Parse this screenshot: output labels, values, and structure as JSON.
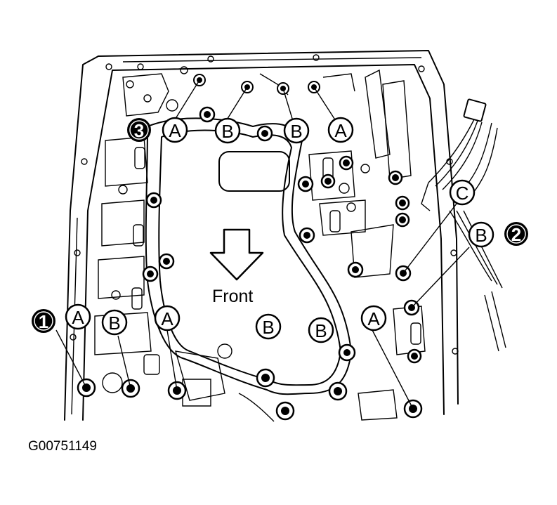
{
  "figure_code": "G00751149",
  "direction_label": "Front",
  "callouts": {
    "number_1": "1",
    "number_2": "2",
    "number_3": "3",
    "letter_a": "A",
    "letter_b": "B",
    "letter_c": "C"
  }
}
